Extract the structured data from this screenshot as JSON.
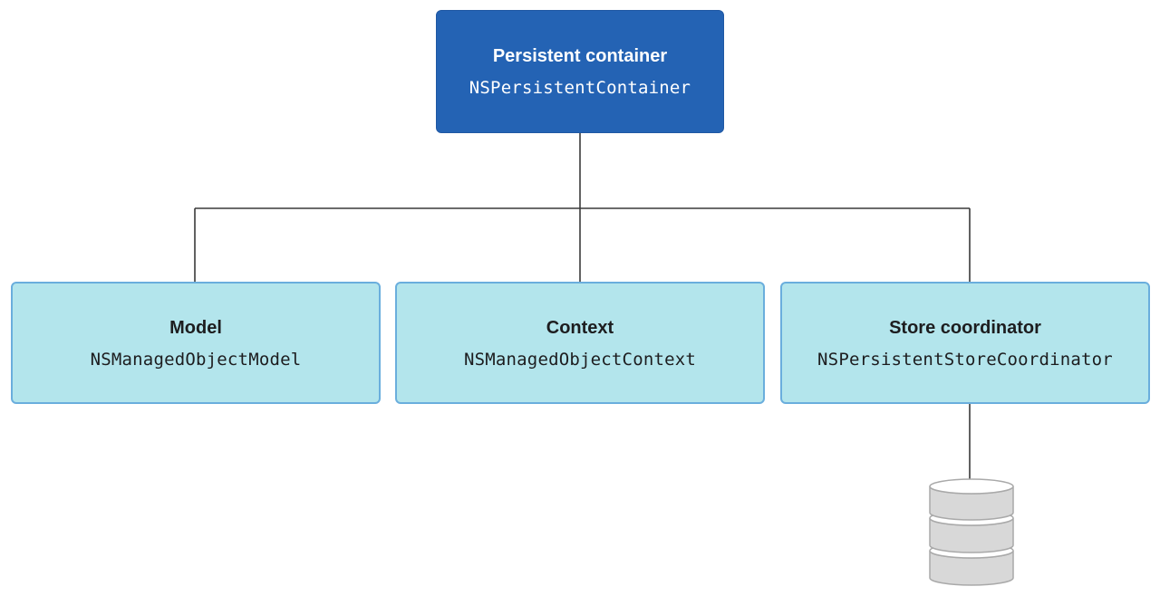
{
  "top_node": {
    "title": "Persistent container",
    "class_name": "NSPersistentContainer"
  },
  "children": [
    {
      "title": "Model",
      "class_name": "NSManagedObjectModel"
    },
    {
      "title": "Context",
      "class_name": "NSManagedObjectContext"
    },
    {
      "title": "Store coordinator",
      "class_name": "NSPersistentStoreCoordinator"
    }
  ],
  "colors": {
    "top_fill": "#2463b4",
    "child_fill": "#b3e5ec",
    "child_border": "#6aaedd",
    "connector": "#3a3a3a",
    "store_fill": "#d8d8d8",
    "store_stroke": "#a9a9a9"
  },
  "icons": {
    "store": "database-cylinder-icon"
  }
}
